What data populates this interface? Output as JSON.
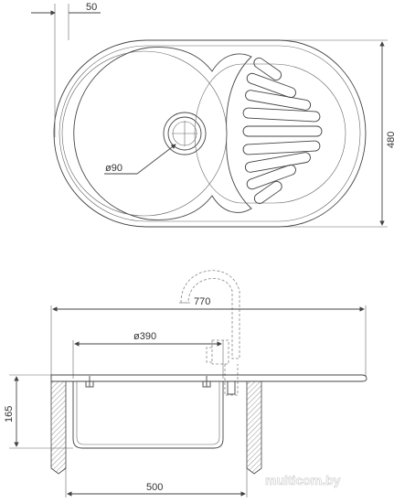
{
  "dimensions": {
    "flange_offset": "50",
    "sink_depth_top": "480",
    "bowl_drain": "ø90",
    "overall_length": "770",
    "bowl_diameter": "ø390",
    "bowl_height": "165",
    "cabinet_width": "500"
  },
  "watermark": "multicom.by",
  "colors": {
    "line": "#444444",
    "background": "#ffffff",
    "hatch": "#777777"
  }
}
